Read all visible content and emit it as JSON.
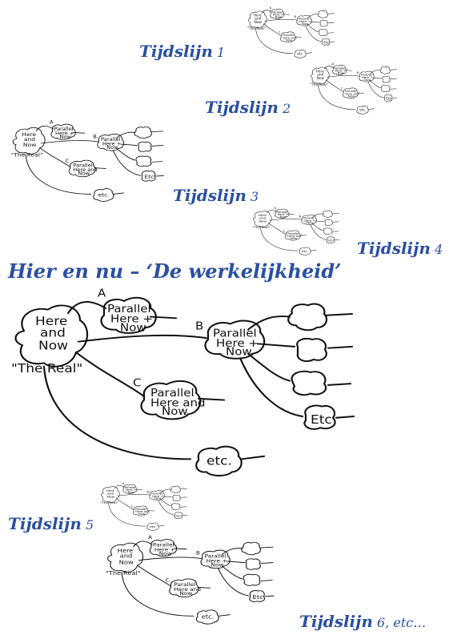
{
  "timelines": [
    {
      "word": "Tijdslijn",
      "num": "1"
    },
    {
      "word": "Tijdslijn",
      "num": "2"
    },
    {
      "word": "Tijdslijn",
      "num": "3"
    },
    {
      "word": "Tijdslijn",
      "num": "4"
    },
    {
      "word": "Tijdslijn",
      "num": "5"
    },
    {
      "word": "Tijdslijn",
      "num": "6, etc…"
    }
  ],
  "headline": "Hier en nu – ‘De werkelijkheid’",
  "sketch": {
    "here": "Here",
    "and": "and",
    "now": "Now",
    "real": "The Real",
    "parallel": "Parallel",
    "here_now": "Here + Now",
    "here_and": "Here and",
    "now2": "Now",
    "etc": "etc.",
    "a": "A",
    "b": "B",
    "c": "C"
  },
  "colors": {
    "label": "#2a4fa3",
    "ink": "#111111"
  }
}
